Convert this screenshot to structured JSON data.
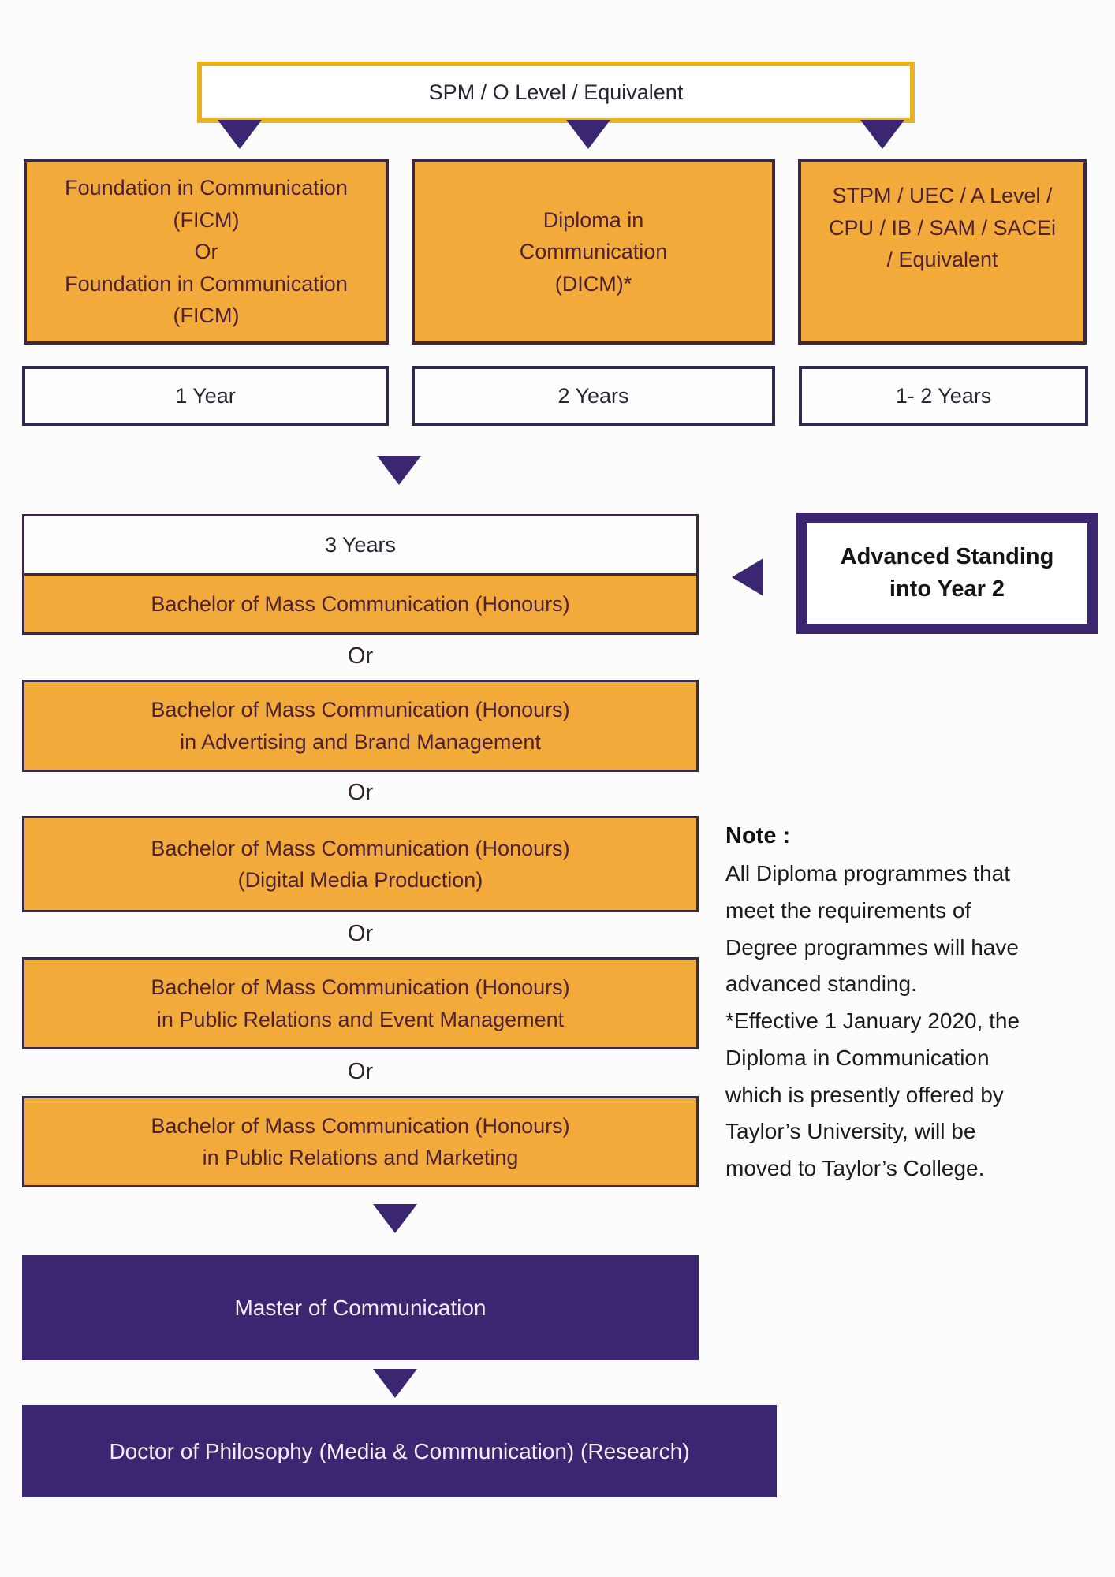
{
  "diagram": {
    "entry_box": "SPM / O Level / Equivalent",
    "qualification_boxes": [
      {
        "label": "Foundation in Communication\n(FICM)\nOr\nFoundation in Communication\n(FICM)",
        "duration": "1 Year"
      },
      {
        "label": "Diploma in\nCommunication\n(DICM)*",
        "duration": "2 Years"
      },
      {
        "label": "STPM / UEC / A Level /\nCPU / IB / SAM / SACEi\n/ Equivalent",
        "duration": "1- 2 Years"
      }
    ],
    "degree_duration": "3 Years",
    "or_label": "Or",
    "degree_boxes": [
      "Bachelor of Mass Communication (Honours)",
      "Bachelor of Mass Communication (Honours)\nin Advertising and Brand Management",
      "Bachelor of Mass Communication (Honours)\n(Digital Media Production)",
      "Bachelor of Mass Communication (Honours)\nin Public Relations and Event Management",
      "Bachelor of Mass Communication (Honours)\nin Public Relations and Marketing"
    ],
    "advanced_standing": "Advanced Standing\ninto Year 2",
    "master_box": "Master of Communication",
    "phd_box": "Doctor of Philosophy (Media & Communication) (Research)",
    "note": {
      "title": "Note :",
      "body": " All Diploma programmes that\nmeet the requirements of\nDegree programmes will have\nadvanced standing.\n*Effective 1 January 2020, the\nDiploma in Communication\nwhich is presently offered by\nTaylor’s University, will be\nmoved to Taylor’s College."
    },
    "colors": {
      "gold_border": "#EBB121",
      "orange_fill": "#F2AB3A",
      "purple": "#3A2671",
      "dark_box_border": "#3A2844",
      "plum_text": "#4E2135"
    }
  }
}
